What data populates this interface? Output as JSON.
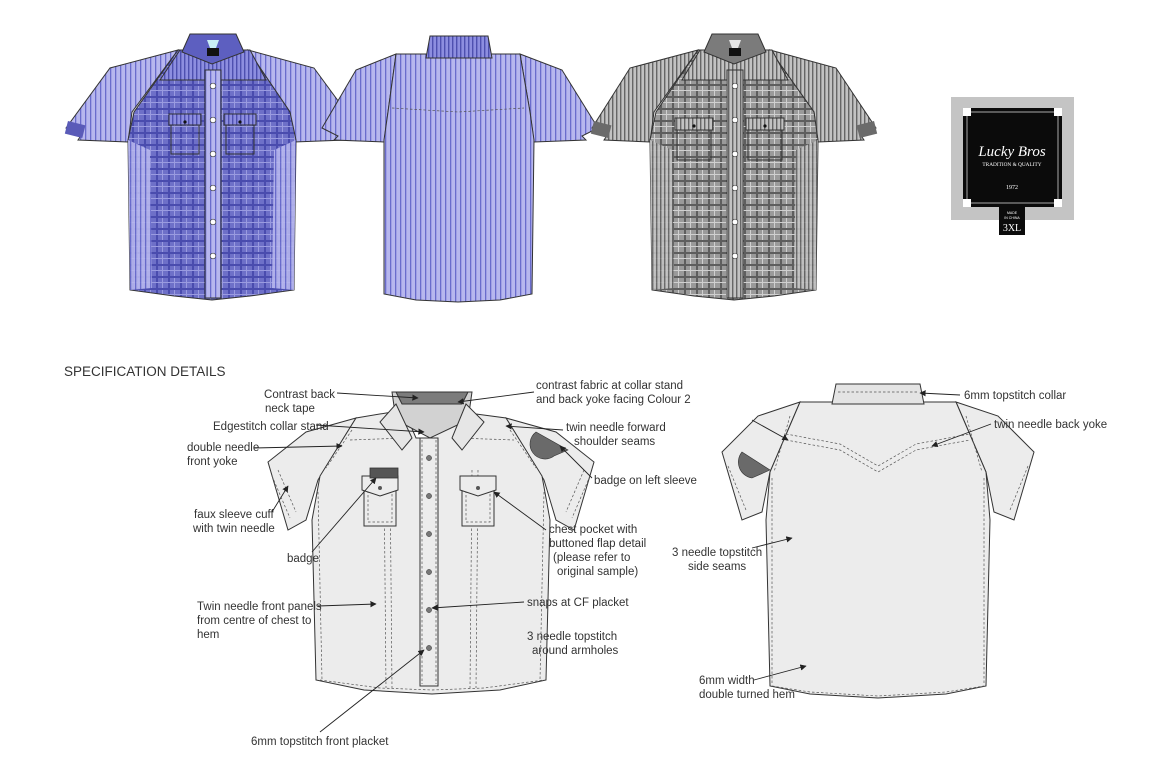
{
  "heading": "SPECIFICATION DETAILS",
  "label_tag": {
    "brand": "Lucky Bros",
    "tagline": "TRADITION & QUALITY",
    "year": "1972",
    "made_in_line1": "MADE",
    "made_in_line2": "IN CHINA",
    "size": "3XL"
  },
  "front_callouts": {
    "contrast_back_neck_tape_1": "Contrast back",
    "contrast_back_neck_tape_2": "neck tape",
    "edgestitch_collar_stand": "Edgestitch collar stand",
    "double_needle_front_yoke_1": "double needle",
    "double_needle_front_yoke_2": "front yoke",
    "faux_sleeve_cuff_1": "faux sleeve cuff",
    "faux_sleeve_cuff_2": "with twin needle",
    "badge": "badge",
    "twin_needle_panels_1": "Twin needle front panels",
    "twin_needle_panels_2": "from centre of chest to",
    "twin_needle_panels_3": "hem",
    "topstitch_front_placket": "6mm topstitch front placket",
    "contrast_fabric_1": "contrast fabric at collar stand",
    "contrast_fabric_2": "and back yoke facing Colour 2",
    "twin_needle_shoulder_1": "twin needle forward",
    "twin_needle_shoulder_2": "shoulder seams",
    "badge_left_sleeve": "badge on left sleeve",
    "chest_pocket_1": "chest pocket with",
    "chest_pocket_2": "buttoned flap detail",
    "chest_pocket_3": "(please refer to",
    "chest_pocket_4": "original sample)",
    "snaps_cf_placket": "snaps at CF placket",
    "armholes_1": "3 needle topstitch",
    "armholes_2": "around armholes"
  },
  "back_callouts": {
    "topstitch_collar": "6mm topstitch collar",
    "twin_needle_back_yoke": "twin needle back yoke",
    "side_seams_1": "3 needle topstitch",
    "side_seams_2": "side seams",
    "hem_1": "6mm width",
    "hem_2": "double turned hem"
  },
  "colors": {
    "colourway_blue": "#7e7fd0",
    "colourway_blue_dark": "#5a5bb8",
    "colourway_grey": "#8f8f8f",
    "colourway_grey_dark": "#6b6b6b",
    "flat_fill": "#ececec",
    "label_black": "#0b0b0b"
  }
}
